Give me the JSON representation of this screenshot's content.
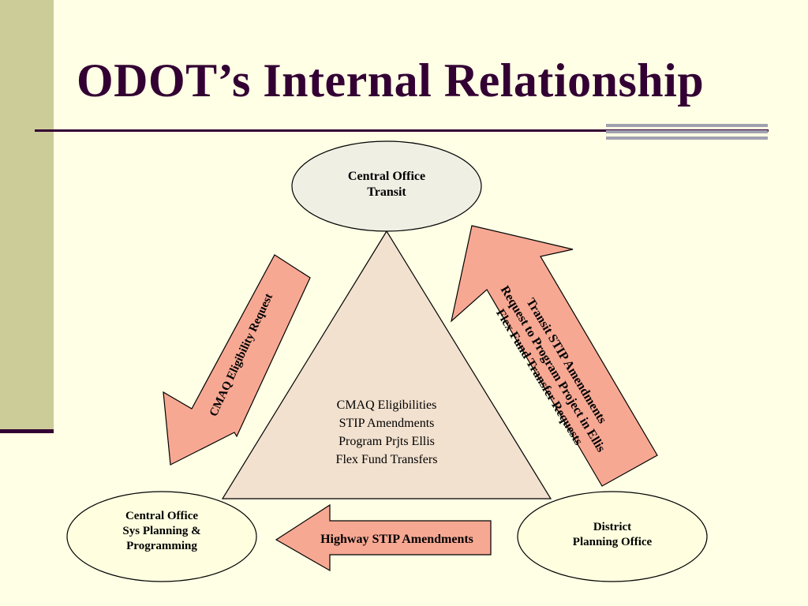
{
  "slide": {
    "title": "ODOT’s Internal Relationship"
  },
  "colors": {
    "background": "#FFFFE5",
    "sidebar": "#CCCC99",
    "title_text": "#330033",
    "triangle_fill": "#F2E1CF",
    "arrow_fill": "#F7A893",
    "top_ellipse_fill": "#EFEFE4",
    "bottom_ellipse_fill": "#FFFFE0"
  },
  "nodes": {
    "top": {
      "lines": [
        "Central Office",
        "Transit"
      ]
    },
    "left": {
      "lines": [
        "Central Office",
        "Sys Planning &",
        "Programming"
      ]
    },
    "right": {
      "lines": [
        "District",
        "Planning Office"
      ]
    }
  },
  "center": {
    "lines": [
      "CMAQ Eligibilities",
      "STIP Amendments",
      "Program  Prjts Ellis",
      "Flex Fund Transfers"
    ]
  },
  "arrows": {
    "left_down": {
      "label": "CMAQ Eligibility Request"
    },
    "bottom_left": {
      "label": "Highway STIP Amendments"
    },
    "right_up": {
      "lines": [
        "Transit STIP Amendments",
        "Request to Program Project  in Ellis",
        "Flex Fund Transfer Requests"
      ]
    }
  }
}
